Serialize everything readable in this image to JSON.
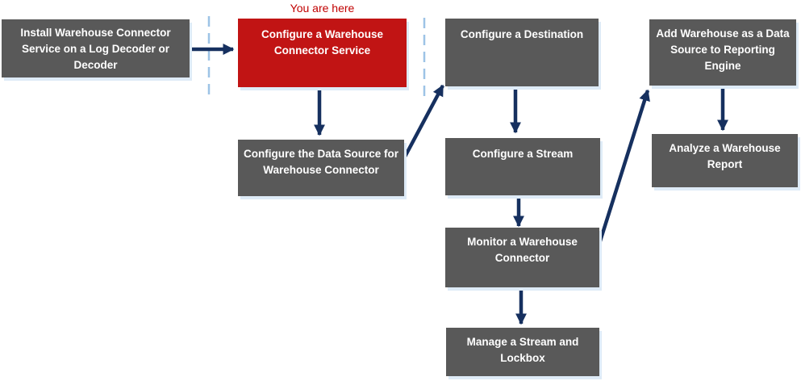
{
  "colors": {
    "step_bg": "#595959",
    "current_step_bg": "#C11414",
    "step_text": "#FFFFFF",
    "arrow": "#16305F",
    "lane_divider": "#9DC3E6",
    "box_shadow": "#DEEBF7",
    "you_are_here_text": "#C00000"
  },
  "diagram": {
    "you_are_here_label": "You are here",
    "steps": {
      "install_service": {
        "label": "Install Warehouse Connector Service on a Log Decoder or Decoder"
      },
      "configure_service": {
        "label": "Configure a Warehouse Connector Service"
      },
      "configure_destination": {
        "label": "Configure a Destination"
      },
      "add_warehouse_data_source": {
        "label": "Add Warehouse as a Data Source to Reporting Engine"
      },
      "configure_data_source": {
        "label": "Configure the Data Source for Warehouse Connector"
      },
      "configure_stream": {
        "label": "Configure a Stream"
      },
      "analyze_report": {
        "label": "Analyze a Warehouse Report"
      },
      "monitor_connector": {
        "label": "Monitor a Warehouse Connector"
      },
      "manage_stream_lockbox": {
        "label": "Manage a Stream and Lockbox"
      }
    }
  }
}
